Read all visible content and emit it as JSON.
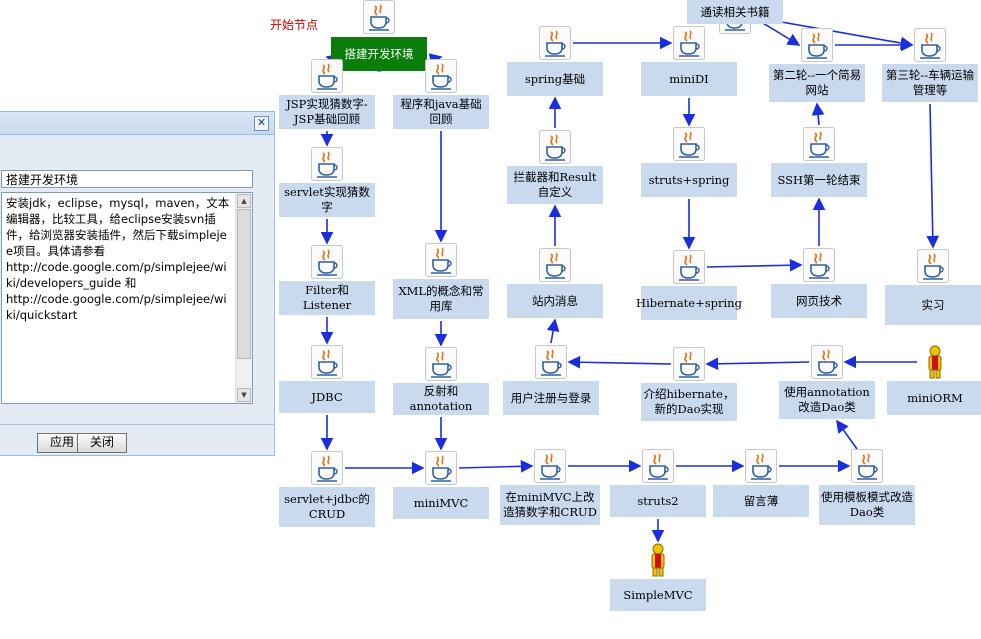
{
  "start_label": "开始节点",
  "nodes": [
    {
      "id": "setup",
      "label": "搭建开发环境",
      "icon": "java-icon",
      "start": true
    },
    {
      "id": "jsp",
      "label": "JSP实现猜数字-JSP基础回顾",
      "icon": "java-icon"
    },
    {
      "id": "javabasic",
      "label": "程序和java基础回顾",
      "icon": "java-icon"
    },
    {
      "id": "servlet",
      "label": "servlet实现猜数字",
      "icon": "java-icon"
    },
    {
      "id": "filter",
      "label": "Filter和Listener",
      "icon": "java-icon"
    },
    {
      "id": "xml",
      "label": "XML的概念和常用库",
      "icon": "java-icon"
    },
    {
      "id": "jdbc",
      "label": "JDBC",
      "icon": "java-icon"
    },
    {
      "id": "reflect",
      "label": "反射和annotation",
      "icon": "java-icon"
    },
    {
      "id": "servletjdbc",
      "label": "servlet+jdbc的CRUD",
      "icon": "java-icon"
    },
    {
      "id": "minimvc",
      "label": "miniMVC",
      "icon": "java-icon"
    },
    {
      "id": "minimvc2",
      "label": "在miniMVC上改造猜数字和CRUD",
      "icon": "java-icon"
    },
    {
      "id": "struts2",
      "label": "struts2",
      "icon": "java-icon"
    },
    {
      "id": "simplemvc",
      "label": "SimpleMVC",
      "icon": "person-icon"
    },
    {
      "id": "guestbook",
      "label": "留言薄",
      "icon": "java-icon"
    },
    {
      "id": "template",
      "label": "使用模板模式改造Dao类",
      "icon": "java-icon"
    },
    {
      "id": "annodao",
      "label": "使用annotation改造Dao类",
      "icon": "java-icon"
    },
    {
      "id": "miniorm",
      "label": "miniORM",
      "icon": "person-icon"
    },
    {
      "id": "hibdao",
      "label": "介绍hibernate，新的Dao实现",
      "icon": "java-icon"
    },
    {
      "id": "register",
      "label": "用户注册与登录",
      "icon": "java-icon"
    },
    {
      "id": "message",
      "label": "站内消息",
      "icon": "java-icon"
    },
    {
      "id": "interceptor",
      "label": "拦截器和Result自定义",
      "icon": "java-icon"
    },
    {
      "id": "springbase",
      "label": "spring基础",
      "icon": "java-icon"
    },
    {
      "id": "minidi",
      "label": "miniDI",
      "icon": "java-icon"
    },
    {
      "id": "strutsspring",
      "label": "struts+spring",
      "icon": "java-icon"
    },
    {
      "id": "hibspring",
      "label": "Hibernate+spring",
      "icon": "java-icon"
    },
    {
      "id": "webtech",
      "label": "网页技术",
      "icon": "java-icon"
    },
    {
      "id": "ssh1",
      "label": "SSH第一轮结束",
      "icon": "java-icon"
    },
    {
      "id": "round2",
      "label": "第二轮--一个简易网站",
      "icon": "java-icon"
    },
    {
      "id": "books",
      "label": "通读相关书籍",
      "icon": "java-icon"
    },
    {
      "id": "round3",
      "label": "第三轮--车辆运输管理等",
      "icon": "java-icon"
    },
    {
      "id": "intern",
      "label": "实习",
      "icon": "java-icon"
    }
  ],
  "edges": [
    [
      "setup",
      "jsp"
    ],
    [
      "setup",
      "javabasic"
    ],
    [
      "jsp",
      "servlet"
    ],
    [
      "servlet",
      "filter"
    ],
    [
      "filter",
      "jdbc"
    ],
    [
      "jdbc",
      "servletjdbc"
    ],
    [
      "javabasic",
      "xml"
    ],
    [
      "xml",
      "reflect"
    ],
    [
      "reflect",
      "minimvc"
    ],
    [
      "servletjdbc",
      "minimvc"
    ],
    [
      "minimvc",
      "minimvc2"
    ],
    [
      "minimvc2",
      "struts2"
    ],
    [
      "struts2",
      "simplemvc"
    ],
    [
      "struts2",
      "guestbook"
    ],
    [
      "guestbook",
      "template"
    ],
    [
      "template",
      "annodao"
    ],
    [
      "miniorm",
      "annodao"
    ],
    [
      "annodao",
      "hibdao"
    ],
    [
      "hibdao",
      "register"
    ],
    [
      "register",
      "message"
    ],
    [
      "message",
      "interceptor"
    ],
    [
      "interceptor",
      "springbase"
    ],
    [
      "springbase",
      "minidi"
    ],
    [
      "minidi",
      "strutsspring"
    ],
    [
      "strutsspring",
      "hibspring"
    ],
    [
      "hibspring",
      "webtech"
    ],
    [
      "webtech",
      "ssh1"
    ],
    [
      "ssh1",
      "round2"
    ],
    [
      "books",
      "round2"
    ],
    [
      "books",
      "round3"
    ],
    [
      "round2",
      "round3"
    ],
    [
      "round3",
      "intern"
    ]
  ],
  "dialog": {
    "title": "",
    "name_value": "搭建开发环境",
    "description": "安装jdk，eclipse，mysql，maven，文本编辑器，比较工具，给eclipse安装svn插件，给浏览器安装插件，然后下载simplejee项目。具体请参看\nhttp://code.google.com/p/simplejee/wiki/developers_guide 和\nhttp://code.google.com/p/simplejee/wiki/quickstart",
    "apply_label": "应用",
    "close_label": "关闭"
  },
  "colors": {
    "edge": "#1a2ee0",
    "node_label_bg": "#c9d9ee",
    "start_bg": "#0a7d0a",
    "start_text_title": "#cc0000"
  }
}
